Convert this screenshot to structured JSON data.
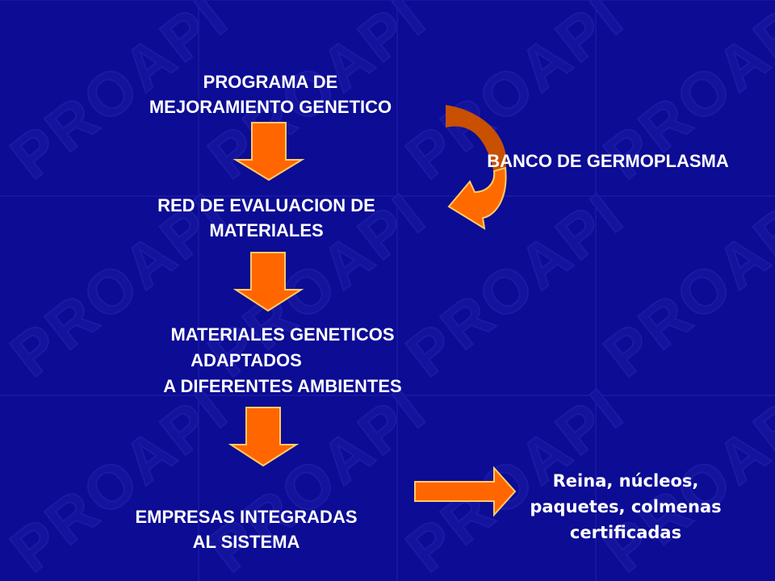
{
  "watermark": "PROAPI",
  "colors": {
    "background": "#0c0c94",
    "arrow_fill": "#ff6600",
    "arrow_stroke": "#ffcc66",
    "curved_arrow_fill": "#ff6a00",
    "curved_arrow_shade": "#c85000",
    "text": "#ffffff"
  },
  "nodes": {
    "programa": [
      "PROGRAMA DE",
      "MEJORAMIENTO GENETICO"
    ],
    "banco": "BANCO DE GERMOPLASMA",
    "red": [
      "RED DE EVALUACION DE",
      "MATERIALES"
    ],
    "materiales": [
      "MATERIALES GENETICOS",
      "ADAPTADOS",
      "A DIFERENTES AMBIENTES"
    ],
    "empresas": [
      "EMPRESAS INTEGRADAS",
      "AL SISTEMA"
    ],
    "productos": [
      "Reina, núcleos,",
      "paquetes, colmenas",
      "certificadas"
    ]
  }
}
